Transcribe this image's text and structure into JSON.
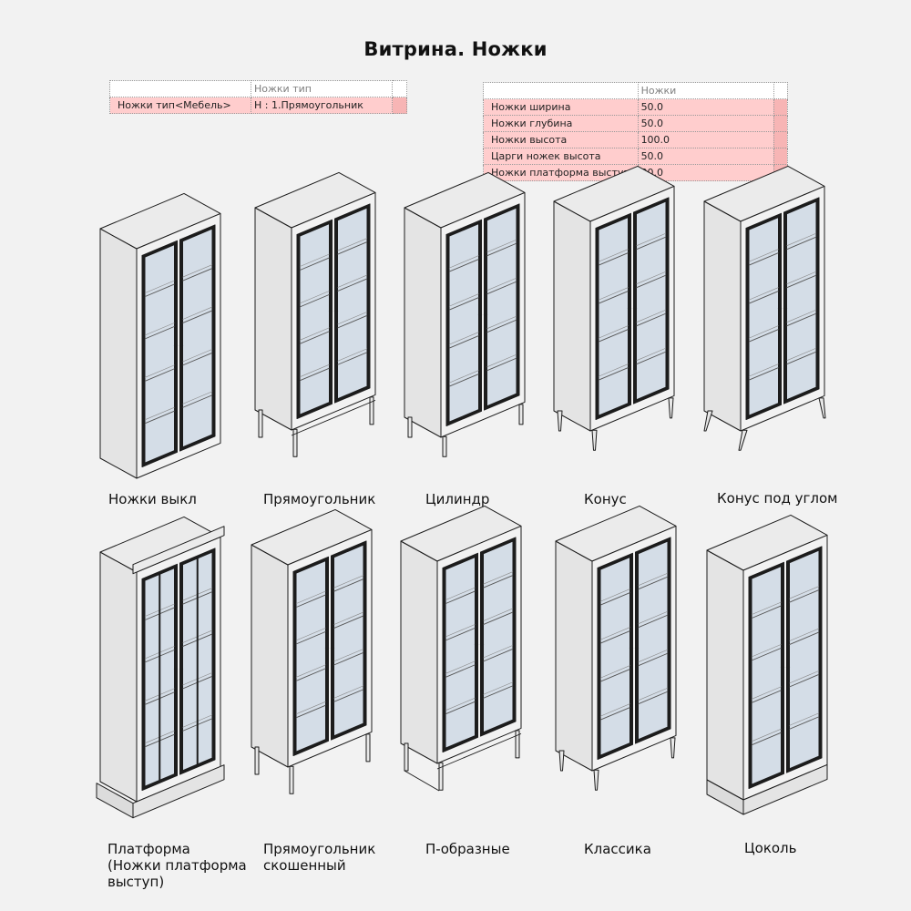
{
  "title": "Витрина. Ножки",
  "type_table": {
    "header": "Ножки тип",
    "rows": [
      {
        "name": "Ножки тип<Мебель>",
        "value": "Н : 1.Прямоугольник"
      }
    ]
  },
  "params_table": {
    "header": "Ножки",
    "rows": [
      {
        "name": "Ножки ширина",
        "value": "50.0"
      },
      {
        "name": "Ножки глубина",
        "value": "50.0"
      },
      {
        "name": "Ножки высота",
        "value": "100.0"
      },
      {
        "name": "Царги ножек высота",
        "value": "50.0"
      },
      {
        "name": "Ножки платформа выступ",
        "value": "20.0"
      }
    ]
  },
  "colors": {
    "background": "#f2f2f2",
    "cabinet_face": "#f2f2f2",
    "cabinet_side": "#e4e4e4",
    "cabinet_top": "#ebebeb",
    "glass": "#d4dde7",
    "frame": "#1c1c1c",
    "row_highlight": "#ffcdcd"
  },
  "variants": [
    {
      "label": "Ножки выкл",
      "legs": "none"
    },
    {
      "label": "Прямоугольник",
      "legs": "rect"
    },
    {
      "label": "Цилиндр",
      "legs": "cyl"
    },
    {
      "label": "Конус",
      "legs": "cone"
    },
    {
      "label": "Конус под углом",
      "legs": "cone-angled"
    },
    {
      "label": "Платформа\n(Ножки платформа\nвыступ)",
      "legs": "platform"
    },
    {
      "label": "Прямоугольник\nскошенный",
      "legs": "rect-beveled"
    },
    {
      "label": "П-образные",
      "legs": "p-shaped"
    },
    {
      "label": "Классика",
      "legs": "classic"
    },
    {
      "label": "Цоколь",
      "legs": "plinth"
    }
  ]
}
